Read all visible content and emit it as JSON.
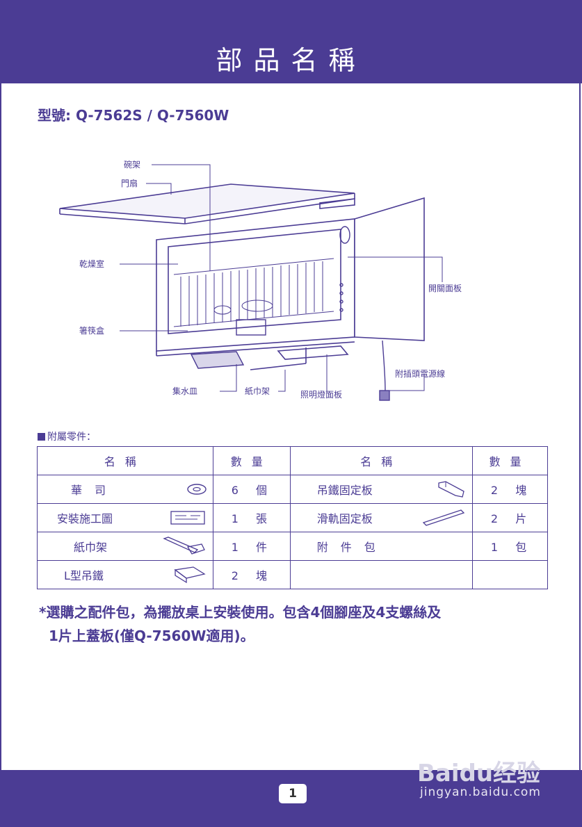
{
  "header": {
    "title": "部品名稱"
  },
  "model": {
    "text": "型號: Q-7562S / Q-7560W"
  },
  "diagram": {
    "labels": {
      "bowl_rack": "碗架",
      "door": "門扇",
      "drying_chamber": "乾燥室",
      "chopstick_box": "箸筷盒",
      "switch_panel": "開關面板",
      "power_cord": "附插頭電源線",
      "drip_tray": "集水皿",
      "towel_rack": "紙巾架",
      "light_panel": "照明燈面板"
    }
  },
  "accessories": {
    "label": "附屬零件：",
    "headers": {
      "name": "名稱",
      "qty": "數量"
    },
    "rows": [
      {
        "left_name": "華司",
        "left_icon": "washer-icon",
        "left_qty": "6 個",
        "right_name": "吊鐵固定板",
        "right_icon": "hanger-plate-icon",
        "right_qty": "2 塊"
      },
      {
        "left_name": "安裝施工圖",
        "left_icon": "diagram-sheet-icon",
        "left_qty": "1 張",
        "right_name": "滑軌固定板",
        "right_icon": "rail-plate-icon",
        "right_qty": "2 片"
      },
      {
        "left_name": "紙巾架",
        "left_icon": "towel-rack-icon",
        "left_qty": "1 件",
        "right_name": "附件包",
        "right_icon": "",
        "right_qty": "1 包"
      },
      {
        "left_name": "L型吊鐵",
        "left_icon": "l-bracket-icon",
        "left_qty": "2 塊",
        "right_name": "",
        "right_icon": "",
        "right_qty": ""
      }
    ]
  },
  "note": {
    "line1": "*選購之配件包，為擺放桌上安裝使用。包含4個腳座及4支螺絲及",
    "line2": "1片上蓋板(僅Q-7560W適用)。"
  },
  "footer": {
    "page": "1"
  },
  "watermark": {
    "logo": "Baidu经验",
    "url": "jingyan.baidu.com"
  }
}
